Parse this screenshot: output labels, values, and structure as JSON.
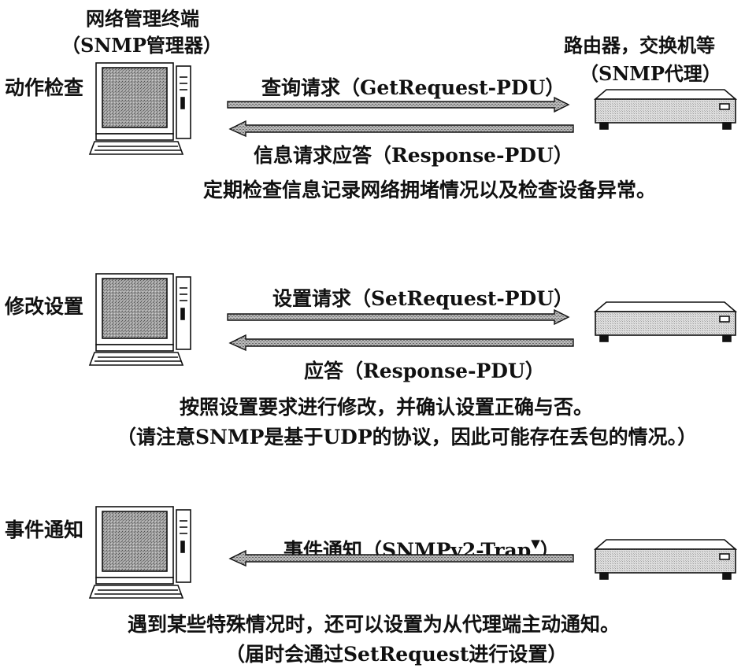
{
  "manager": {
    "title": "网络管理终端",
    "subtitle": "（SNMP管理器）"
  },
  "agent": {
    "title": "路由器，交换机等",
    "subtitle": "（SNMP代理）"
  },
  "rows": [
    {
      "side_label": "动作检查",
      "request_label": "查询请求（GetRequest-PDU）",
      "response_label": "信息请求应答（Response-PDU）",
      "notes": [
        "定期检查信息记录网络拥堵情况以及检查设备异常。"
      ]
    },
    {
      "side_label": "修改设置",
      "request_label": "设置请求（SetRequest-PDU）",
      "response_label": "应答（Response-PDU）",
      "notes": [
        "按照设置要求进行修改，并确认设置正确与否。",
        "（请注意SNMP是基于UDP的协议，因此可能存在丢包的情况。）"
      ]
    },
    {
      "side_label": "事件通知",
      "trap_label": "事件通知（SNMPv2-Trap",
      "trap_tail": "）",
      "trap_marker": "▼",
      "notes": [
        "遇到某些特殊情况时，还可以设置为从代理端主动通知。",
        "（届时会通过SetRequest进行设置）"
      ]
    }
  ],
  "colors": {
    "ink": "#111111",
    "screen": "#9a9a9a",
    "arrow_fill": "#b0b0b0",
    "device_fill": "#d8d8d8"
  },
  "icons": {
    "manager": "computer-terminal-icon",
    "agent": "network-device-icon"
  }
}
